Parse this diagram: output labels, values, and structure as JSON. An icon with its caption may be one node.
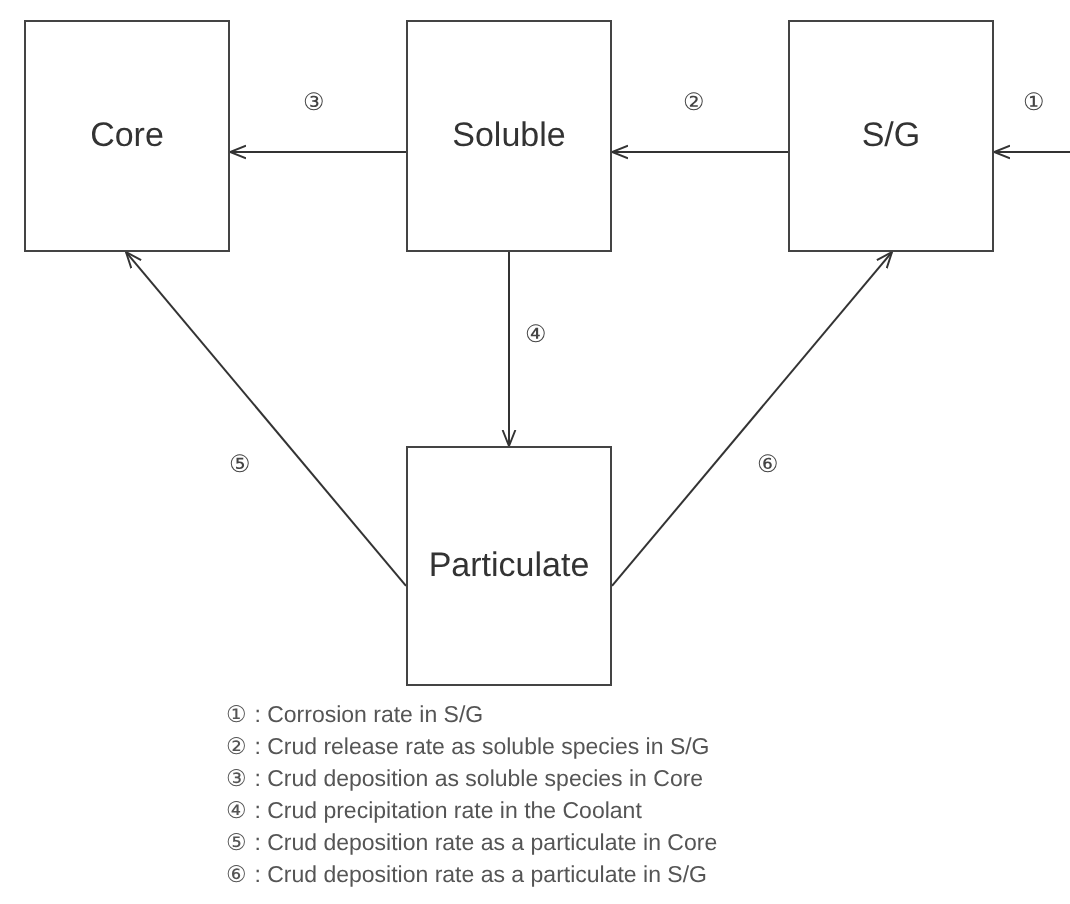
{
  "diagram": {
    "nodes": [
      {
        "text": [
          "Core"
        ]
      },
      {
        "text": [
          "Soluble"
        ]
      },
      {
        "text": [
          "S/G"
        ]
      },
      {
        "text": [
          "Particulate"
        ]
      }
    ],
    "edges": [
      {
        "from": null,
        "to": 2,
        "arrow": "to",
        "label": "①"
      },
      {
        "from": 2,
        "to": 1,
        "arrow": "to",
        "label": "②"
      },
      {
        "from": 1,
        "to": 0,
        "arrow": "to",
        "label": "③"
      },
      {
        "from": 1,
        "to": 3,
        "arrow": "to",
        "label": "④"
      },
      {
        "from": 3,
        "to": 0,
        "arrow": "to",
        "label": "⑤"
      },
      {
        "from": 3,
        "to": 2,
        "arrow": "to",
        "label": "⑥"
      }
    ],
    "labels": [
      "① : Corrosion rate in S/G",
      "② : Crud release rate as soluble species in S/G",
      "③ : Crud deposition as soluble species in Core",
      "④ : Crud precipitation rate in the Coolant",
      "⑤ : Crud deposition rate as a particulate in Core",
      "⑥ : Crud deposition rate as a particulate in S/G"
    ]
  }
}
